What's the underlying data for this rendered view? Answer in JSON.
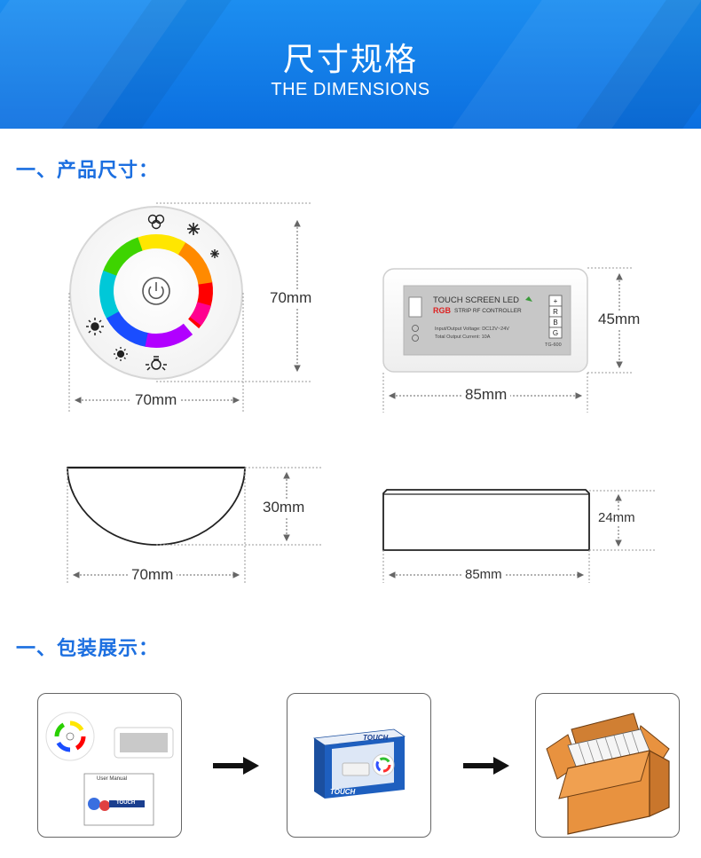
{
  "banner": {
    "title": "尺寸规格",
    "subtitle": "THE DIMENSIONS"
  },
  "sections": {
    "size_heading": "一、产品尺寸：",
    "packing_heading": "一、包装展示："
  },
  "remote_front": {
    "width_label": "70mm",
    "height_label": "70mm"
  },
  "controller_front": {
    "width_label": "85mm",
    "height_label": "45mm",
    "label_line1": "TOUCH SCREEN LED",
    "label_rgb": "RGB",
    "label_line2": "STRIP RF CONTROLLER",
    "spec1": "Input/Output Voltage: DC12V~24V",
    "spec2": "Total Output Current: 10A",
    "model": "TG-600",
    "terminals": [
      "+",
      "R",
      "B",
      "G"
    ]
  },
  "remote_side": {
    "width_label": "70mm",
    "height_label": "30mm"
  },
  "controller_side": {
    "width_label": "85mm",
    "height_label": "24mm"
  },
  "packing": {
    "manual_title": "User Manual",
    "manual_brand": "TOUCH",
    "box_brand": "TOUCH"
  },
  "colors": {
    "banner": "#1c8ef0",
    "heading": "#1c6fe0",
    "box_orange": "#e8923f"
  }
}
